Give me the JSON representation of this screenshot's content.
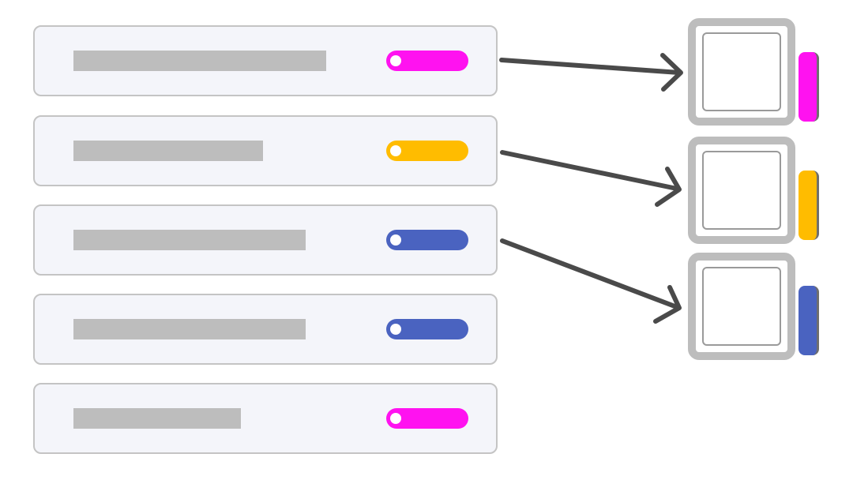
{
  "colors": {
    "magenta": "#ff12f0",
    "amber": "#ffbc00",
    "blue": "#4a63c0",
    "placeholder_bar": "#bdbdbd",
    "row_fill": "#f4f5fa",
    "row_border": "#c4c4c4",
    "arrow": "#4a4a4a",
    "target_frame": "#bdbdbd"
  },
  "rows": [
    {
      "pill_color": "magenta",
      "connected": true
    },
    {
      "pill_color": "amber",
      "connected": true
    },
    {
      "pill_color": "blue",
      "connected": true
    },
    {
      "pill_color": "blue",
      "connected": false
    },
    {
      "pill_color": "magenta",
      "connected": false
    }
  ],
  "targets": [
    {
      "tab_color": "magenta",
      "icon": "square-frame-icon"
    },
    {
      "tab_color": "amber",
      "icon": "square-frame-icon"
    },
    {
      "tab_color": "blue",
      "icon": "square-frame-icon"
    }
  ],
  "arrows": [
    {
      "from_row": 1,
      "to_target": 1
    },
    {
      "from_row": 2,
      "to_target": 2
    },
    {
      "from_row": 3,
      "to_target": 3
    }
  ]
}
